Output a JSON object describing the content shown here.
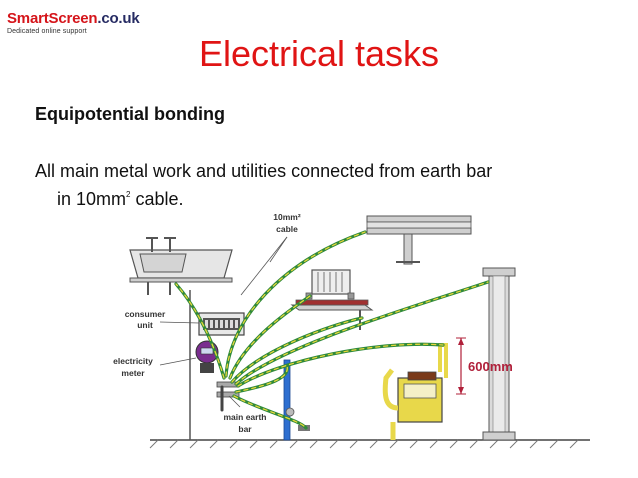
{
  "logo": {
    "brand_red": "SmartScreen",
    "brand_dark": ".co.uk",
    "tagline": "Dedicated online support"
  },
  "slide": {
    "title": "Electrical tasks",
    "heading": "Equipotential bonding",
    "body_line1": "All main metal work and utilities connected from earth bar",
    "body_line2_pre": "in 10mm",
    "body_line2_sup": "2",
    "body_line2_post": " cable."
  },
  "diagram": {
    "label_cable_line1": "10mm²",
    "label_cable_line2": "cable",
    "label_consumer_line1": "consumer",
    "label_consumer_line2": "unit",
    "label_meter_line1": "electricity",
    "label_meter_line2": "meter",
    "label_earth_line1": "main earth",
    "label_earth_line2": "bar",
    "dimension": "600mm"
  },
  "colors": {
    "title_red": "#e01414",
    "logo_red": "#d5141a",
    "logo_navy": "#262b63",
    "cable_green": "#2f8a3a",
    "cable_yellow": "#e7d63a",
    "dimension_text": "#b0203a",
    "gas_meter_yellow": "#e8d84a",
    "water_pipe_blue": "#2e6fd0",
    "meter_purple": "#7a2d8f"
  }
}
